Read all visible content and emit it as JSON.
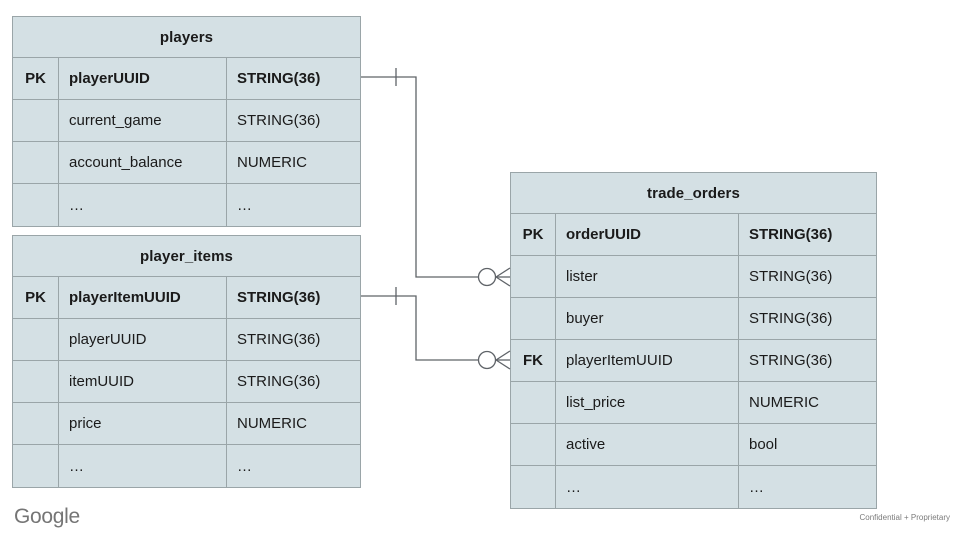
{
  "diagram": {
    "type": "entity-relationship-diagram",
    "notation": "crow's foot",
    "colors": {
      "table_fill": "#d4e0e4",
      "table_border": "#9aa5a8",
      "connector": "#5f6368",
      "text": "#1a1a1a",
      "footer_text": "#757575"
    },
    "columns": {
      "key_header": "PK",
      "foreign_key_header": "FK"
    },
    "tables": [
      {
        "id": "players",
        "title": "players",
        "rows": [
          {
            "key": "PK",
            "name": "playerUUID",
            "type": "STRING(36)"
          },
          {
            "key": "",
            "name": "current_game",
            "type": "STRING(36)"
          },
          {
            "key": "",
            "name": "account_balance",
            "type": "NUMERIC"
          },
          {
            "key": "",
            "name": "…",
            "type": "…"
          }
        ]
      },
      {
        "id": "player_items",
        "title": "player_items",
        "rows": [
          {
            "key": "PK",
            "name": "playerItemUUID",
            "type": "STRING(36)"
          },
          {
            "key": "",
            "name": "playerUUID",
            "type": "STRING(36)"
          },
          {
            "key": "",
            "name": "itemUUID",
            "type": "STRING(36)"
          },
          {
            "key": "",
            "name": "price",
            "type": "NUMERIC"
          },
          {
            "key": "",
            "name": "…",
            "type": "…"
          }
        ]
      },
      {
        "id": "trade_orders",
        "title": "trade_orders",
        "rows": [
          {
            "key": "PK",
            "name": "orderUUID",
            "type": "STRING(36)"
          },
          {
            "key": "",
            "name": "lister",
            "type": "STRING(36)"
          },
          {
            "key": "",
            "name": "buyer",
            "type": "STRING(36)"
          },
          {
            "key": "FK",
            "name": "playerItemUUID",
            "type": "STRING(36)"
          },
          {
            "key": "",
            "name": "list_price",
            "type": "NUMERIC"
          },
          {
            "key": "",
            "name": "active",
            "type": "bool"
          },
          {
            "key": "",
            "name": "…",
            "type": "…"
          }
        ]
      }
    ],
    "relationships": [
      {
        "id": "players-to-trade_orders",
        "from_table": "players",
        "from_field": "playerUUID",
        "to_table": "trade_orders",
        "to_field": "lister",
        "from_cardinality": "one",
        "to_cardinality": "zero-or-many"
      },
      {
        "id": "player_items-to-trade_orders",
        "from_table": "player_items",
        "from_field": "playerItemUUID",
        "to_table": "trade_orders",
        "to_field": "playerItemUUID",
        "from_cardinality": "one",
        "to_cardinality": "zero-or-many"
      }
    ]
  },
  "footer": {
    "logo_text": "Google",
    "note": "Confidential + Proprietary"
  }
}
